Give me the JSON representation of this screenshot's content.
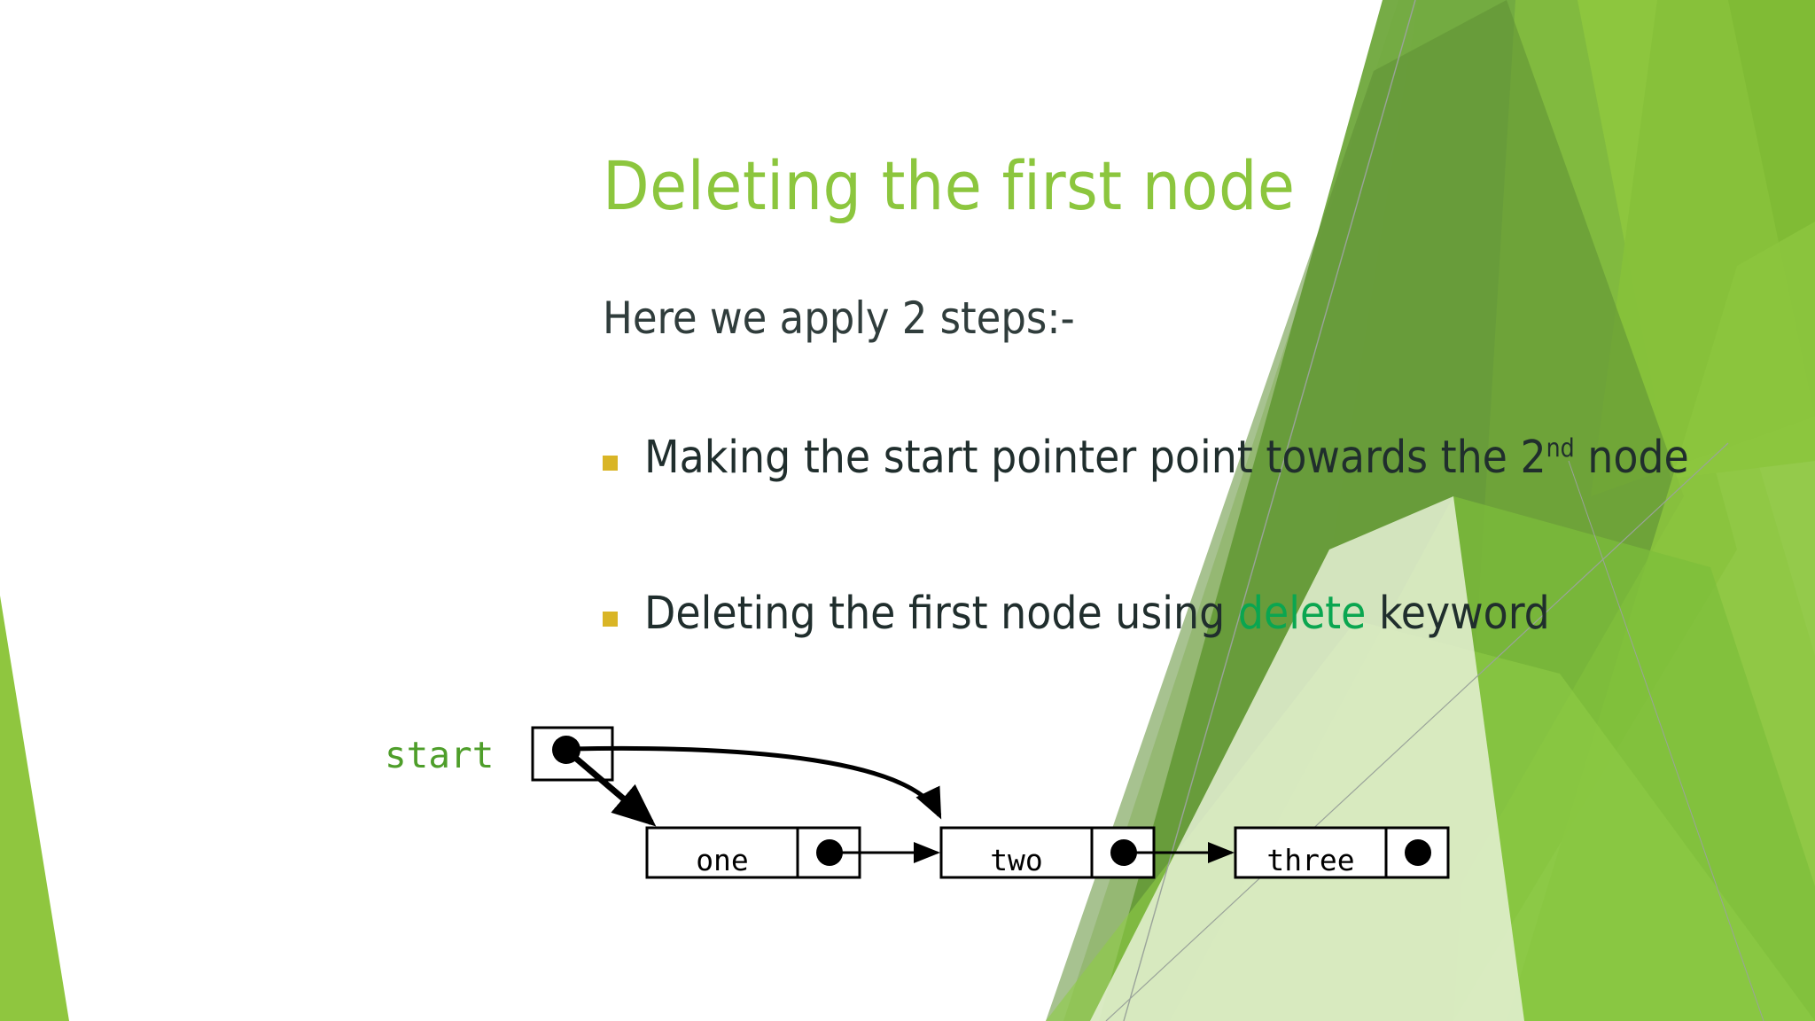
{
  "slide": {
    "title": "Deleting the first node",
    "title_color": "#8CC63E",
    "intro": "Here we apply 2 steps:-",
    "bullets": [
      {
        "prefix": "Making the start pointer point towards the 2",
        "superscript": "nd",
        "suffix": " node",
        "marker_color": "#D9B526"
      },
      {
        "prefix": "Deleting the first node using ",
        "keyword": "delete",
        "keyword_color": "#0AA650",
        "suffix": " keyword",
        "marker_color": "#D9B526"
      }
    ]
  },
  "diagram": {
    "start_label": "start",
    "start_label_color": "#4E9E2A",
    "nodes": [
      {
        "value": "one"
      },
      {
        "value": "two"
      },
      {
        "value": "three"
      }
    ],
    "stroke_color": "#000000"
  },
  "theme": {
    "background": "#ffffff",
    "accent_light": "#8CC63E",
    "accent_mid": "#6FA83C",
    "accent_dark": "#5E8F35",
    "accent_pale": "#E2EFCB",
    "hairline": "#9AA39A"
  }
}
